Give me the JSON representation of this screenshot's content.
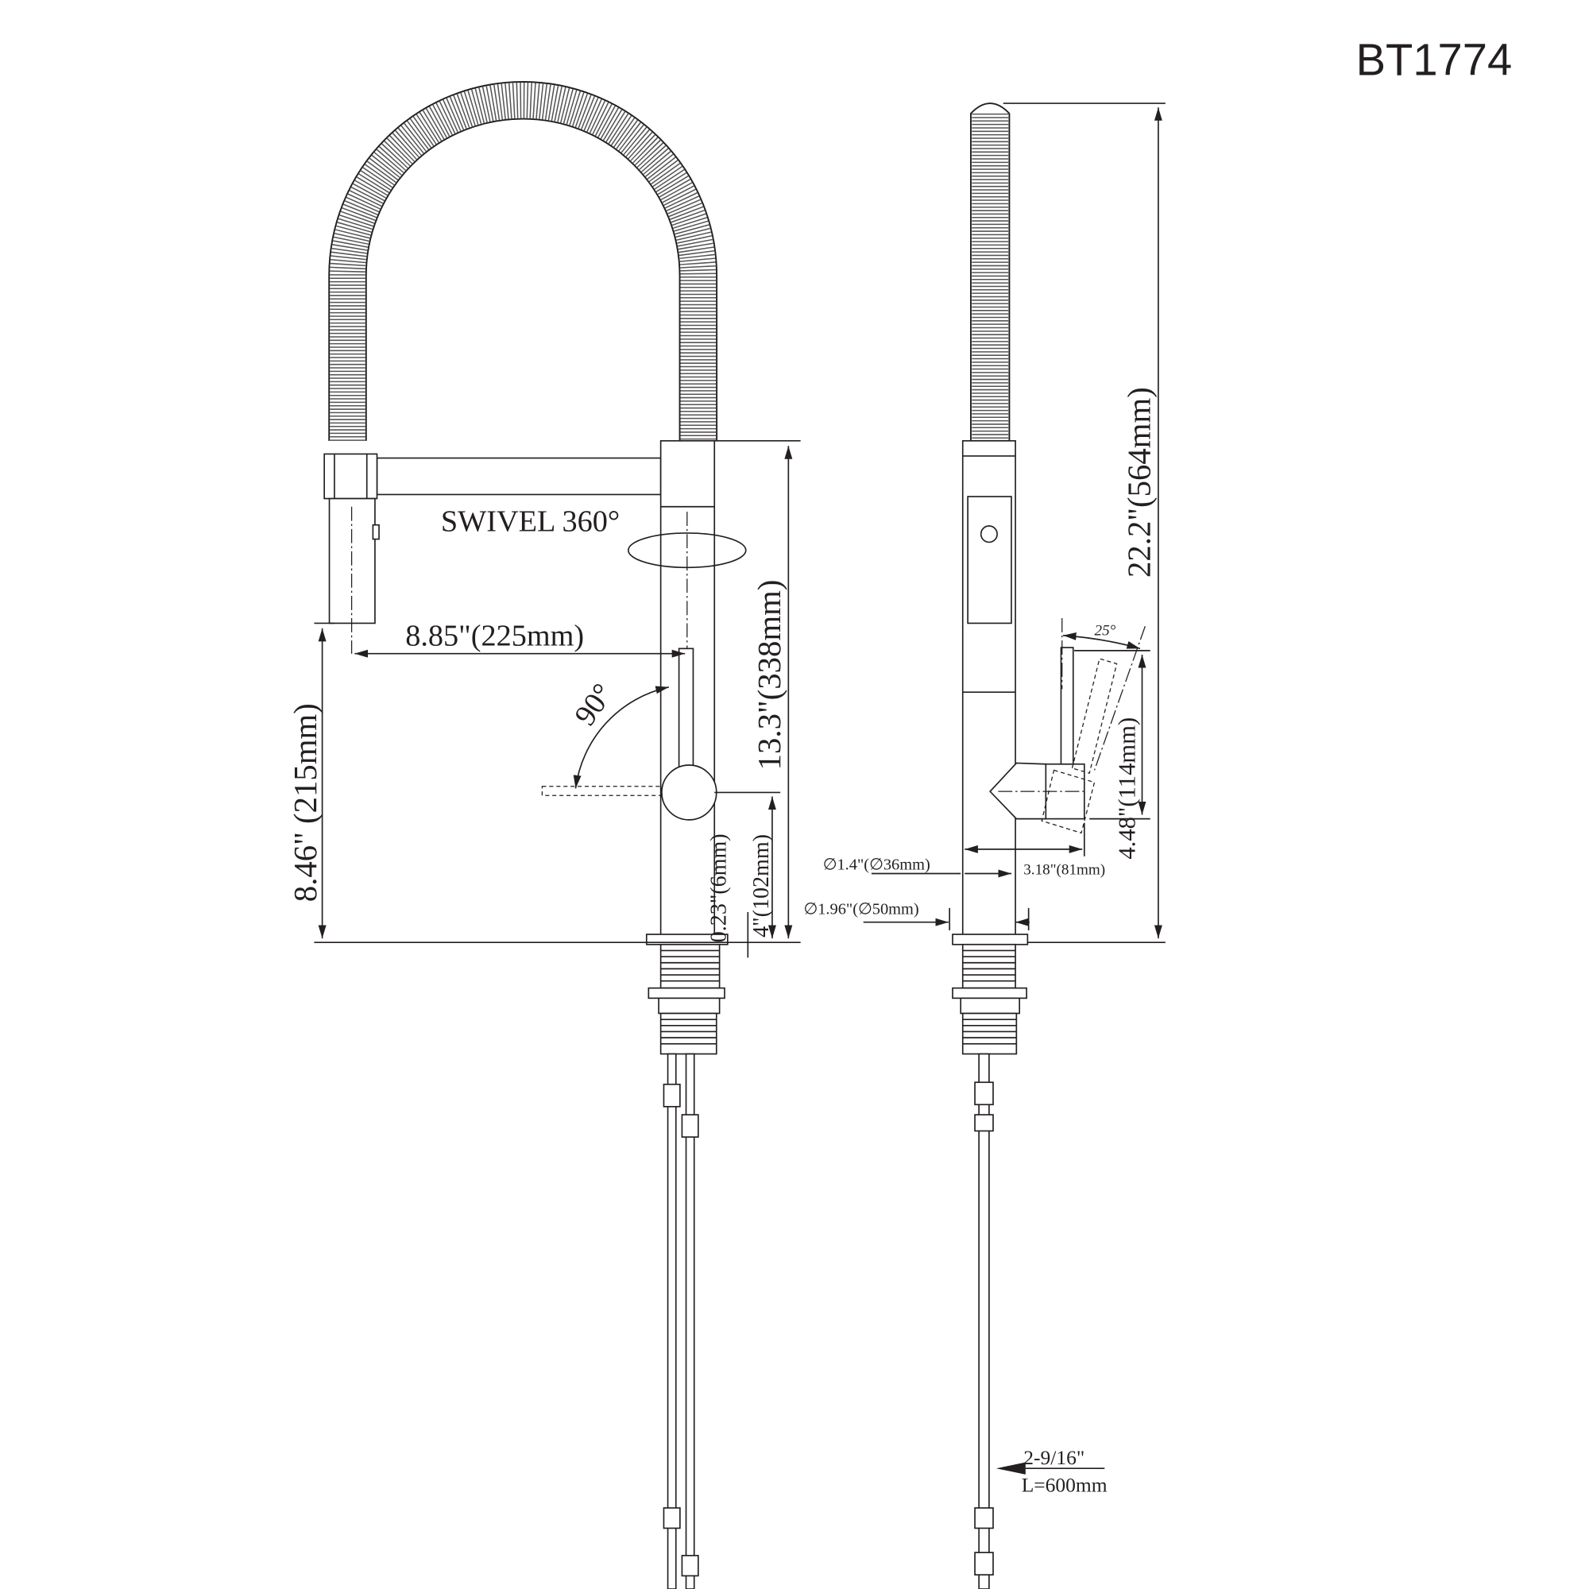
{
  "model": "BT1774",
  "front_view": {
    "swivel": "SWIVEL 360°",
    "reach": "8.85\"(225mm)",
    "height": "13.3\"(338mm)",
    "spout_height": "8.46\" (215mm)",
    "handle_angle": "90°",
    "base_thickness": "0.23\"(6mm)",
    "handle_height": "4\"(102mm)"
  },
  "side_view": {
    "overall_height": "22.2\"(564mm)",
    "handle_tilt": "25°",
    "lever_height": "4.48\"(114mm)",
    "lever_reach": "3.18\"(81mm)",
    "body_diameter": "∅1.4\"(∅36mm)",
    "base_diameter": "∅1.96\"(∅50mm)",
    "hose_size": "2-9/16\"",
    "hose_length": "L=600mm"
  }
}
